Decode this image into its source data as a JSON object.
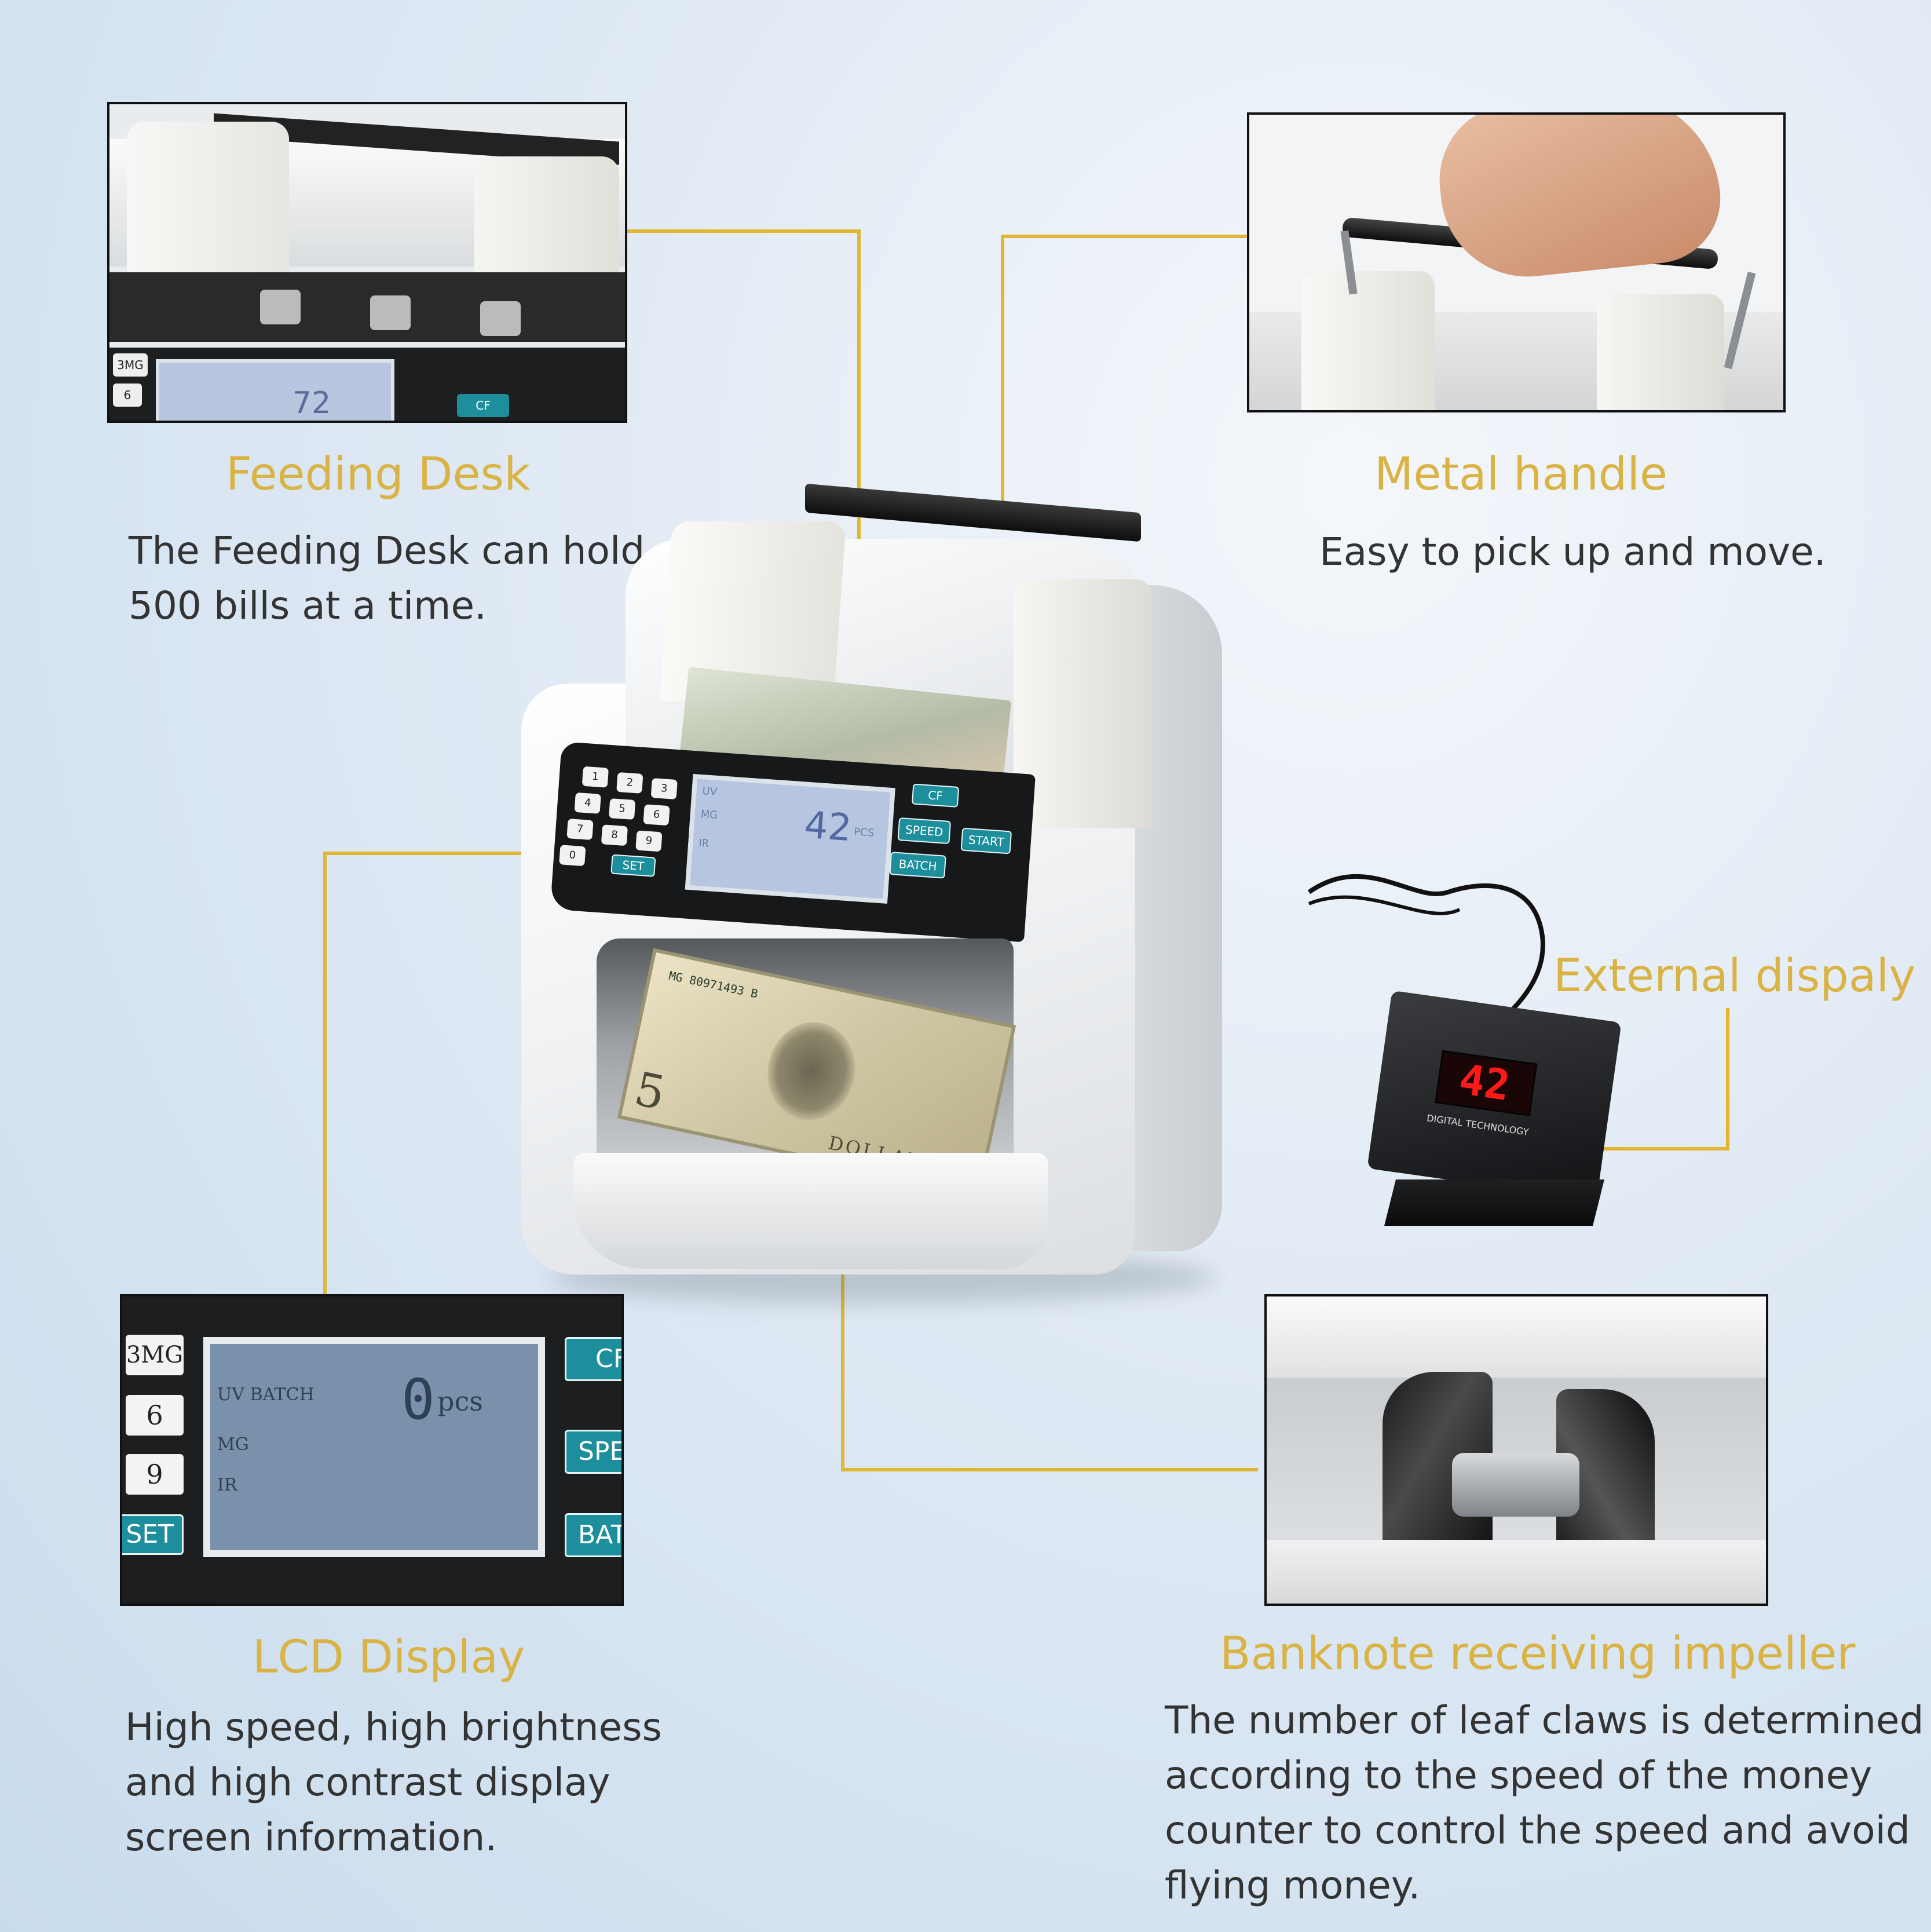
{
  "features": {
    "feeding_desk": {
      "title": "Feeding Desk",
      "lines": [
        "The Feeding Desk can hold",
        "500 bills at a time."
      ]
    },
    "metal_handle": {
      "title": "Metal handle",
      "lines": [
        "Easy to pick up and move."
      ]
    },
    "external_display": {
      "title": "External dispaly"
    },
    "lcd_display": {
      "title": "LCD Display",
      "lines": [
        "High speed, high brightness",
        "and high contrast display",
        "screen information."
      ]
    },
    "impeller": {
      "title": "Banknote receiving impeller",
      "lines": [
        "The number of leaf claws is determined",
        "according to the speed of the money",
        "counter to control the speed and avoid",
        "flying money."
      ]
    }
  },
  "machine": {
    "lcd": {
      "count": "42",
      "unit": "PCS",
      "modes": [
        "UV",
        "MG",
        "IR"
      ]
    },
    "keypad": [
      "1",
      "2",
      "3",
      "4",
      "5",
      "6",
      "7",
      "8",
      "9",
      "0"
    ],
    "buttons": {
      "cf": "CF",
      "speed": "SPEED",
      "start": "START",
      "batch": "BATCH",
      "set": "SET"
    },
    "bill": {
      "serial": "MG 80971493 B",
      "denomination": "5",
      "text": "DOLLARS"
    }
  },
  "external_display": {
    "count": "42",
    "brand_text": "DIGITAL TECHNOLOGY"
  },
  "lcd_closeup": {
    "keys": [
      "3MG",
      "6",
      "9",
      "SET"
    ],
    "right_buttons": [
      "CF",
      "SPE",
      "BAT"
    ],
    "lcd_lines": [
      "UV BATCH",
      "MG",
      "IR"
    ],
    "count": "0",
    "unit": "pcs"
  },
  "feeding_closeup": {
    "lcd_value": "72",
    "cf": "CF",
    "keys": [
      "3MG",
      "6"
    ]
  },
  "colors": {
    "accent": "#d9b344",
    "leader": "#e0b733",
    "button_teal": "#1d8e9b",
    "led_red": "#ff1a1a"
  }
}
